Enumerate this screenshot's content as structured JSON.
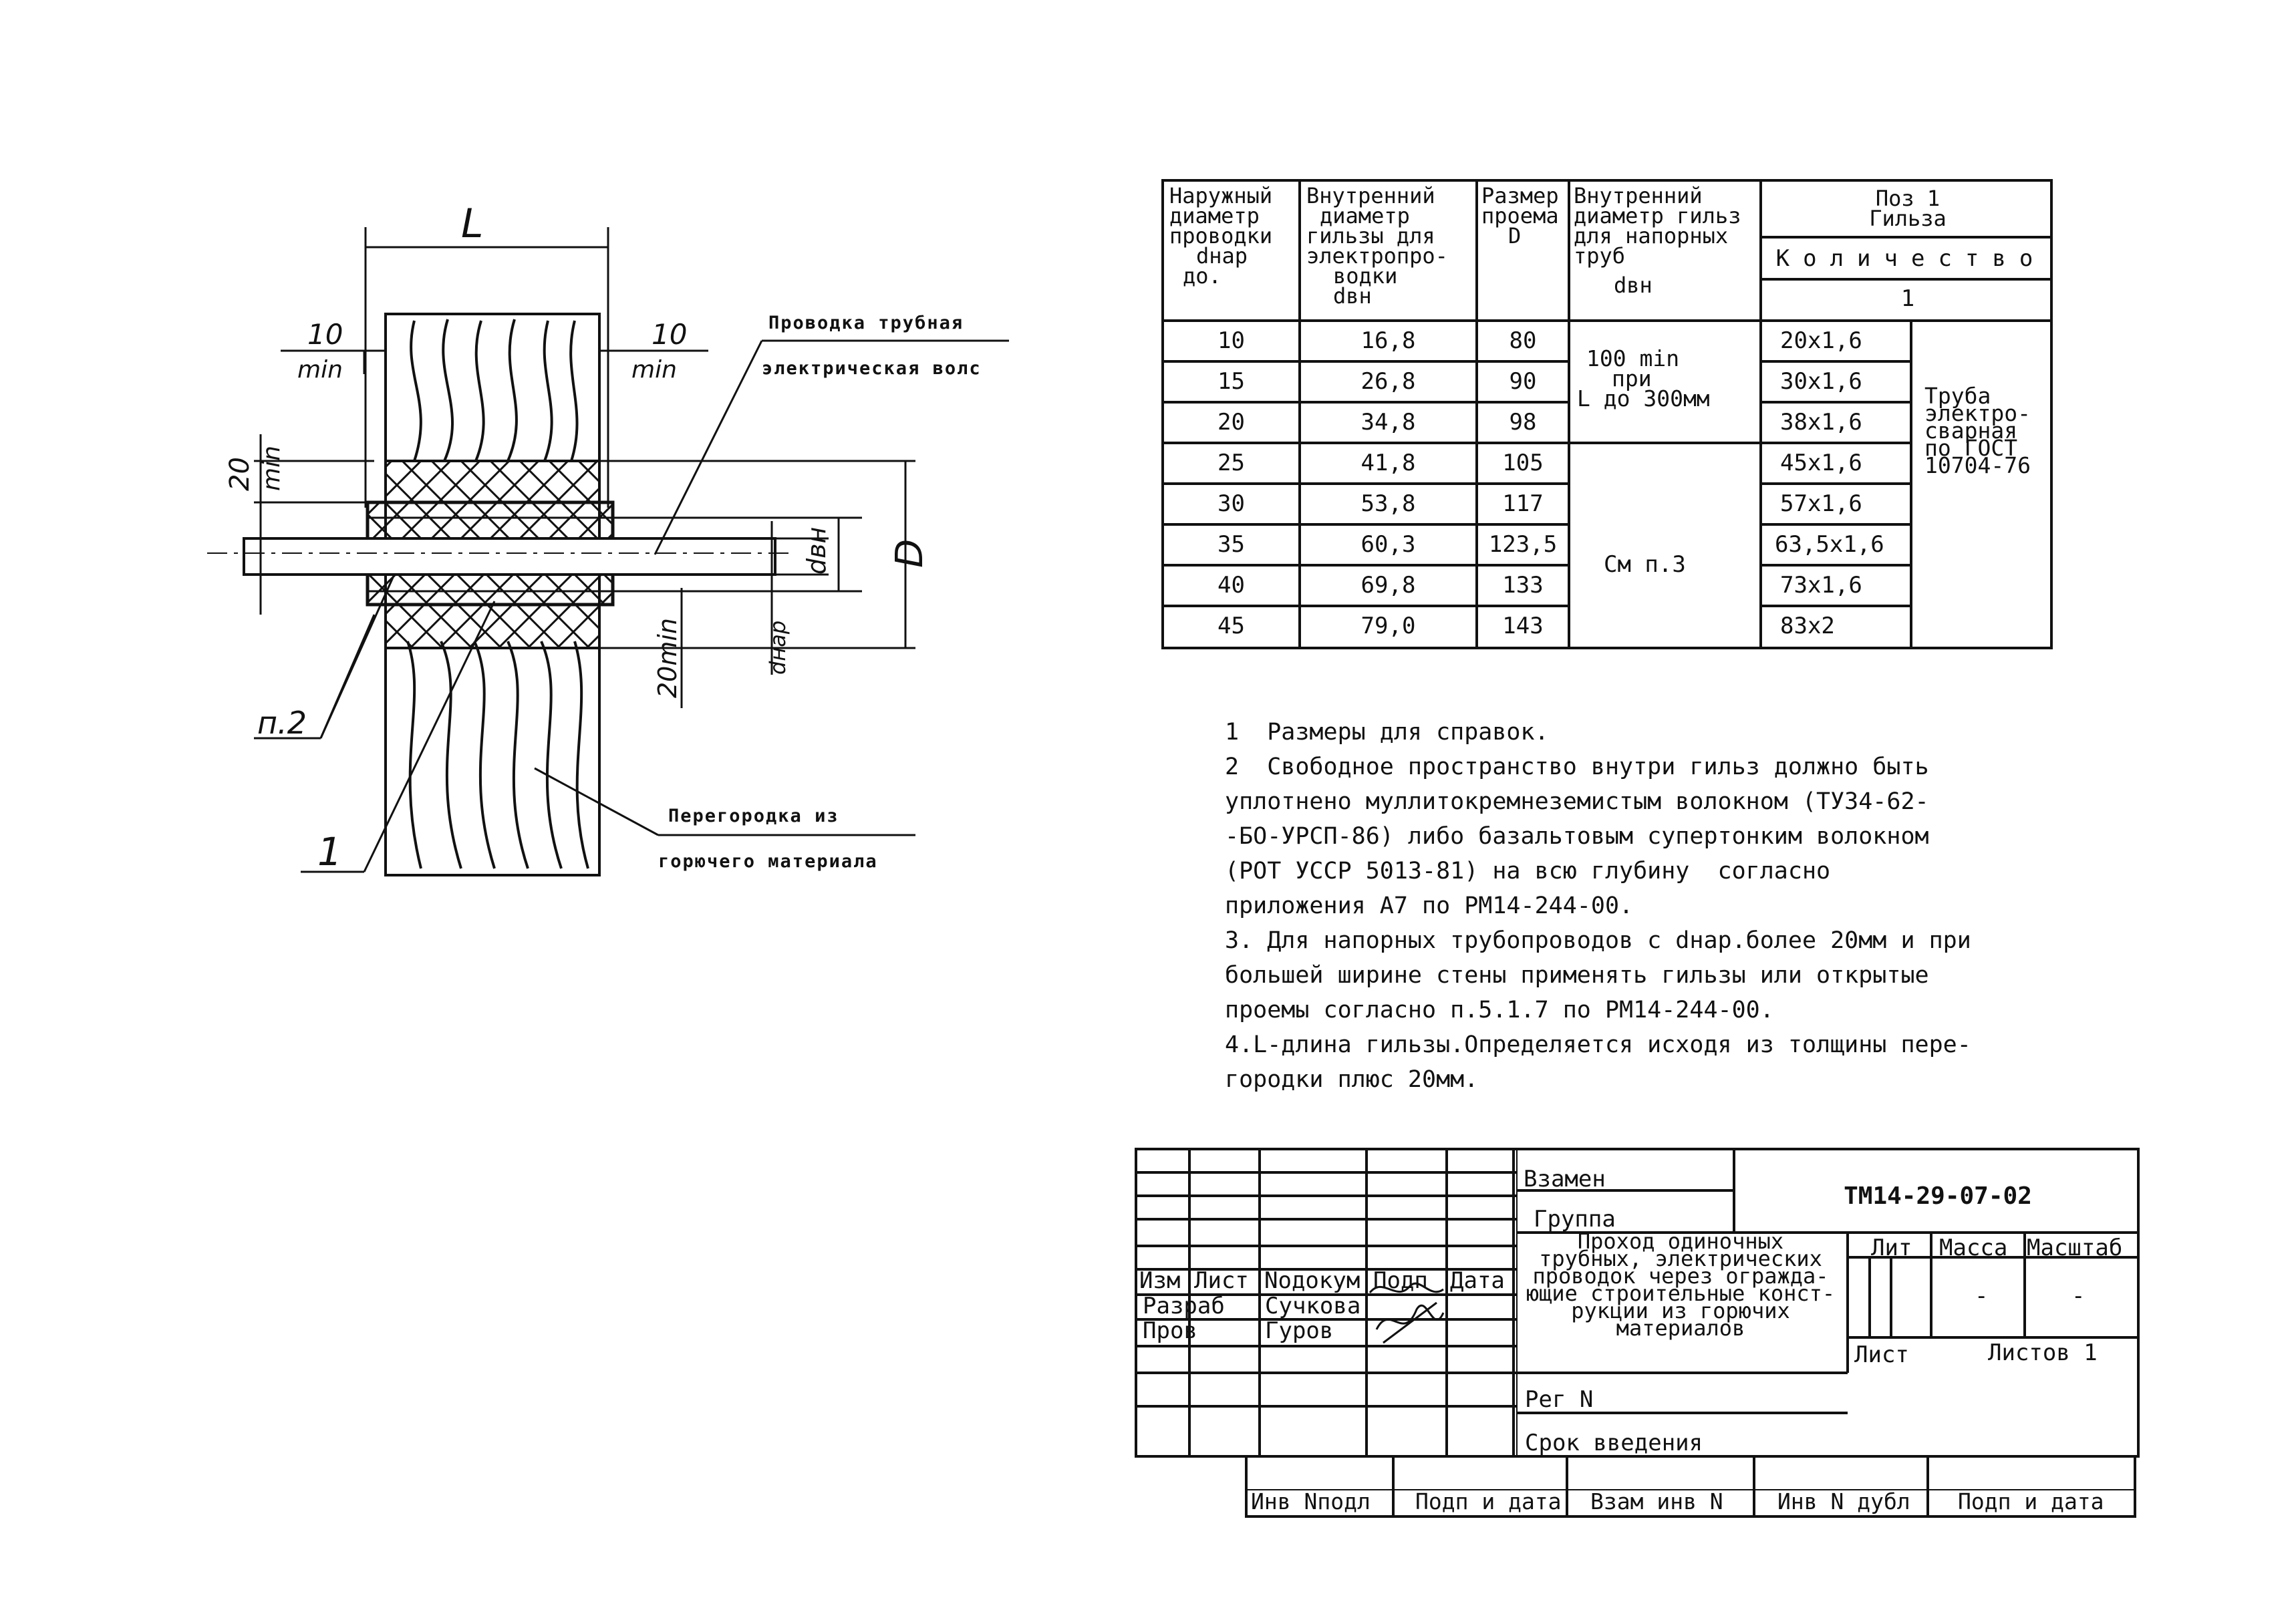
{
  "drawing": {
    "label_L": "L",
    "dim_10_left": "10",
    "dim_min_left": "min",
    "dim_10_right": "10",
    "dim_min_right": "min",
    "dim_20_left": "20",
    "dim_min_vert": "min",
    "dim_20min_bottom": "20min",
    "label_D": "D",
    "label_dvn": "dвн",
    "label_dnar": "dнар",
    "label_p2": "п.2",
    "label_1": "1",
    "callout_pipe_line1": "Проводка трубная",
    "callout_pipe_line2": "электрическая волс",
    "callout_wall_line1": "Перегородка из",
    "callout_wall_line2": "горючего материала"
  },
  "table": {
    "headers": {
      "col1": [
        "Наружный",
        "диаметр",
        "проводки",
        "dнар",
        "до."
      ],
      "col2": [
        "Внутренний",
        "диаметр",
        "гильзы для",
        "электропро-",
        "водки",
        "dвн"
      ],
      "col3": [
        "Размер",
        "проема",
        "D"
      ],
      "col4": [
        "Внутренний",
        "диаметр гильз",
        "для напорных",
        "труб",
        "dвн"
      ],
      "pos_line1": "Поз 1",
      "pos_line2": "Гильза",
      "qty": "Количество",
      "qty_value": "1"
    },
    "rows": [
      {
        "dnar": "10",
        "dvn": "16,8",
        "D": "80",
        "sleeve": "20x1,6"
      },
      {
        "dnar": "15",
        "dvn": "26,8",
        "D": "90",
        "sleeve": "30x1,6"
      },
      {
        "dnar": "20",
        "dvn": "34,8",
        "D": "98",
        "sleeve": "38x1,6"
      },
      {
        "dnar": "25",
        "dvn": "41,8",
        "D": "105",
        "sleeve": "45x1,6"
      },
      {
        "dnar": "30",
        "dvn": "53,8",
        "D": "117",
        "sleeve": "57x1,6"
      },
      {
        "dnar": "35",
        "dvn": "60,3",
        "D": "123,5",
        "sleeve": "63,5x1,6"
      },
      {
        "dnar": "40",
        "dvn": "69,8",
        "D": "133",
        "sleeve": "73x1,6"
      },
      {
        "dnar": "45",
        "dvn": "79,0",
        "D": "143",
        "sleeve": "83x2"
      }
    ],
    "pressure_top": [
      "100 min",
      "при",
      "L до 300мм"
    ],
    "pressure_bottom": "См п.3",
    "material": [
      "Труба",
      "электро-",
      "сварная",
      "по ГОСТ",
      "10704-76"
    ]
  },
  "notes": [
    "1  Размеры для справок.",
    "2  Свободное пространство внутри гильз должно быть",
    "уплотнено муллитокремнеземистым волокном (ТУ34-62-",
    "-БО-УРСП-86) либо базальтовым супертонким волокном",
    "(РОТ УССР 5013-81) на всю глубину  согласно",
    "приложения А7 по РМ14-244-00.",
    "3. Для напорных трубопроводов с dнар.более 20мм и при",
    "большей ширине стены применять гильзы или открытые",
    "проемы согласно п.5.1.7 по РМ14-244-00.",
    "4.L-длина гильзы.Определяется исходя из толщины пере-",
    "городки плюс 20мм."
  ],
  "title_block": {
    "zamen": "Взамен",
    "gruppa": "Группа",
    "code": "ТМ14-29-07-02",
    "title": [
      "Проход одиночных",
      "трубных, электрических",
      "проводок через огражда-",
      "ющие строительные конст-",
      "рукции из горючих",
      "материалов"
    ],
    "col_izm": "Изм",
    "col_list": "Лист",
    "col_ndok": "Nодокум",
    "col_podp": "Подп",
    "col_data": "Дата",
    "razrab_label": "Разраб",
    "razrab_name": "Сучкова",
    "prov_label": "Пров",
    "prov_name": "Гуров",
    "lit": "Лит",
    "massa": "Масса",
    "masshtab": "Масштаб",
    "massa_val": "-",
    "masshtab_val": "-",
    "list_label": "Лист",
    "listov_label": "Листов 1",
    "reg": "Рег N",
    "srok": "Срок введения",
    "bottom_row": [
      "Инв Nподл",
      "Подп и дата",
      "Взам инв N",
      "Инв N дубл",
      "Подп и дата"
    ]
  }
}
